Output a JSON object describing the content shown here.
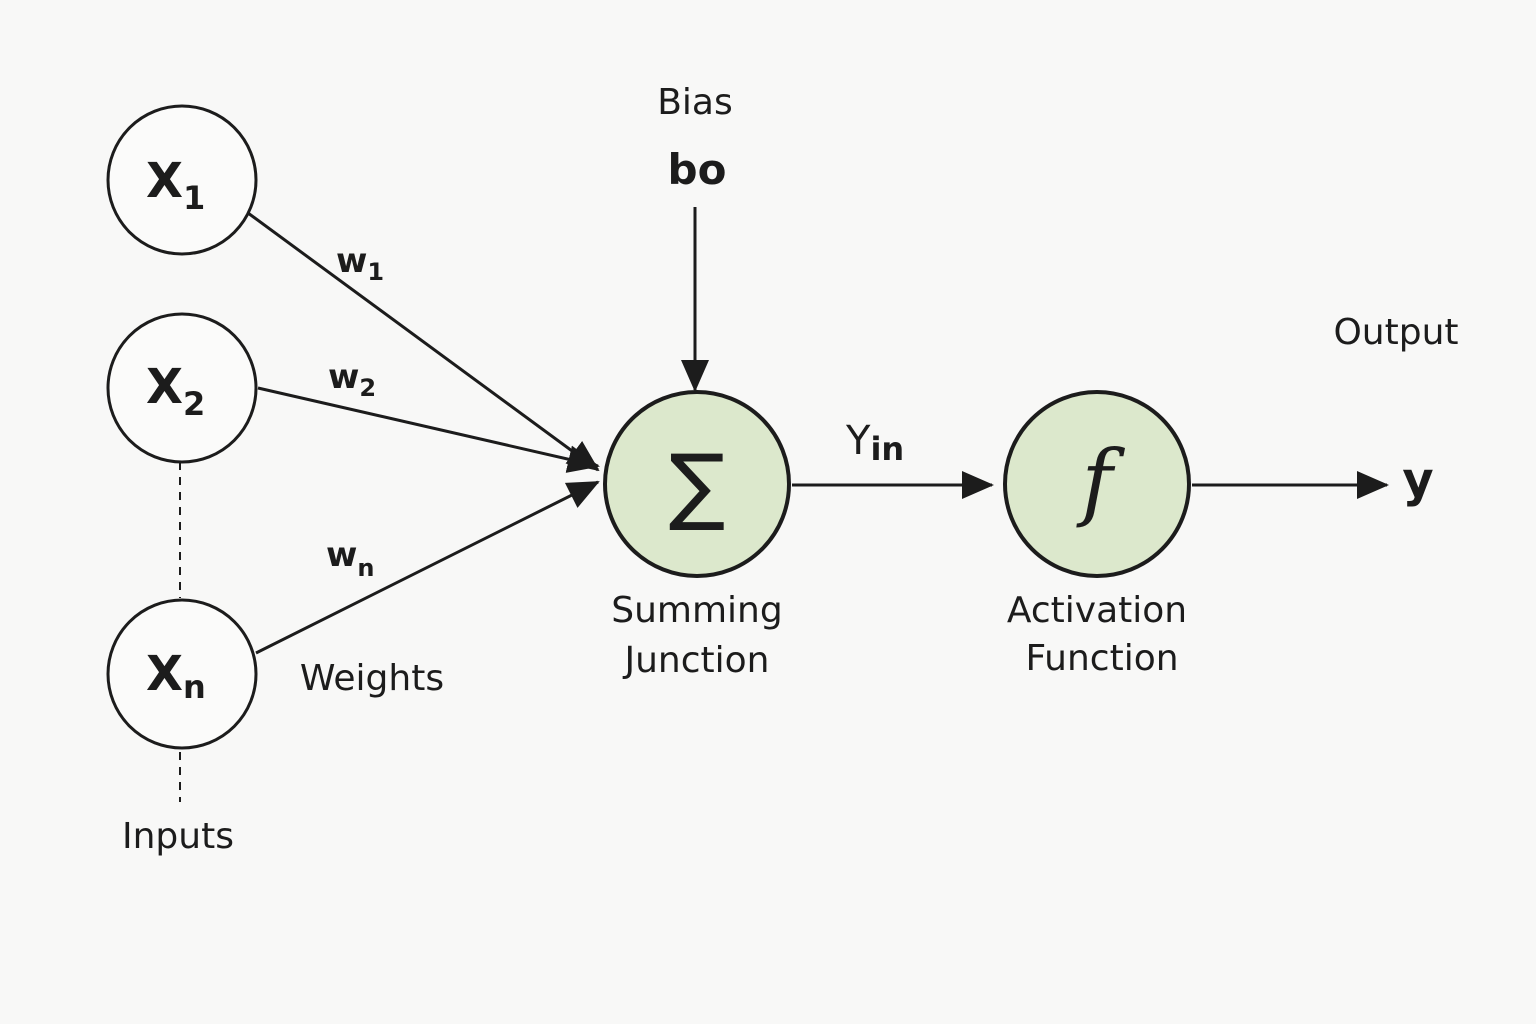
{
  "colors": {
    "node_fill_green": "#dce8cc",
    "stroke": "#1c1c1c",
    "background": "#f8f8f7"
  },
  "inputs": [
    {
      "main": "X",
      "sub": "1"
    },
    {
      "main": "X",
      "sub": "2"
    },
    {
      "main": "X",
      "sub": "n"
    }
  ],
  "weights": [
    {
      "main": "w",
      "sub": "1"
    },
    {
      "main": "w",
      "sub": "2"
    },
    {
      "main": "w",
      "sub": "n"
    }
  ],
  "labels": {
    "inputs": "Inputs",
    "weights": "Weights",
    "bias_title": "Bias",
    "bias_symbol": "bo",
    "summing_line1": "Summing",
    "summing_line2": "Junction",
    "sum_symbol": "∑",
    "yin_main": "Y",
    "yin_sub": "in",
    "activation_symbol": "f",
    "activation_line1": "Activation",
    "activation_line2": "Function",
    "output_title": "Output",
    "output_symbol": "y"
  }
}
